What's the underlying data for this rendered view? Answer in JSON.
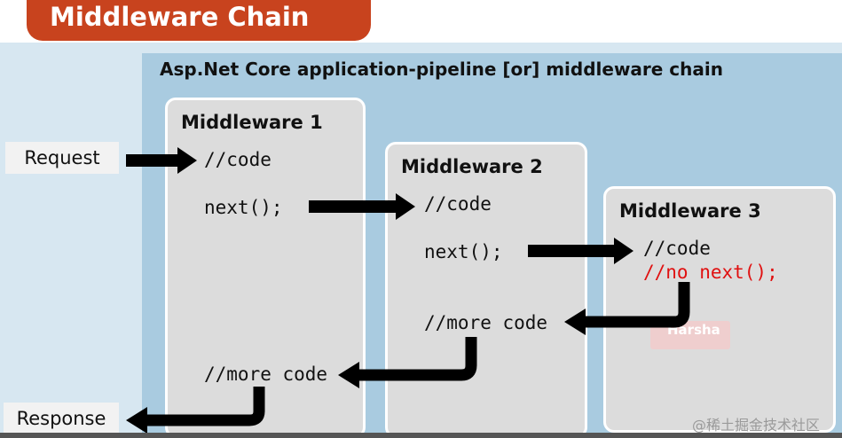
{
  "header": {
    "title": "Middleware Chain"
  },
  "pipeline": {
    "caption": "Asp.Net Core application-pipeline [or] middleware chain"
  },
  "labels": {
    "request": "Request",
    "response": "Response"
  },
  "middlewares": [
    {
      "title": "Middleware 1",
      "lines": [
        "//code",
        "next();",
        "//more code"
      ]
    },
    {
      "title": "Middleware 2",
      "lines": [
        "//code",
        "next();",
        "//more code"
      ]
    },
    {
      "title": "Middleware 3",
      "lines": [
        "//code",
        "//no next();"
      ]
    }
  ],
  "logo": {
    "text": "Harsha"
  },
  "watermark": {
    "text": "@稀土掘金技术社区"
  },
  "colors": {
    "title_tab": "#c8431e",
    "pipeline_bg": "#a9cbe0",
    "box_bg": "#dcdcdc",
    "no_next_text": "#e01010",
    "arrow": "#000000"
  }
}
